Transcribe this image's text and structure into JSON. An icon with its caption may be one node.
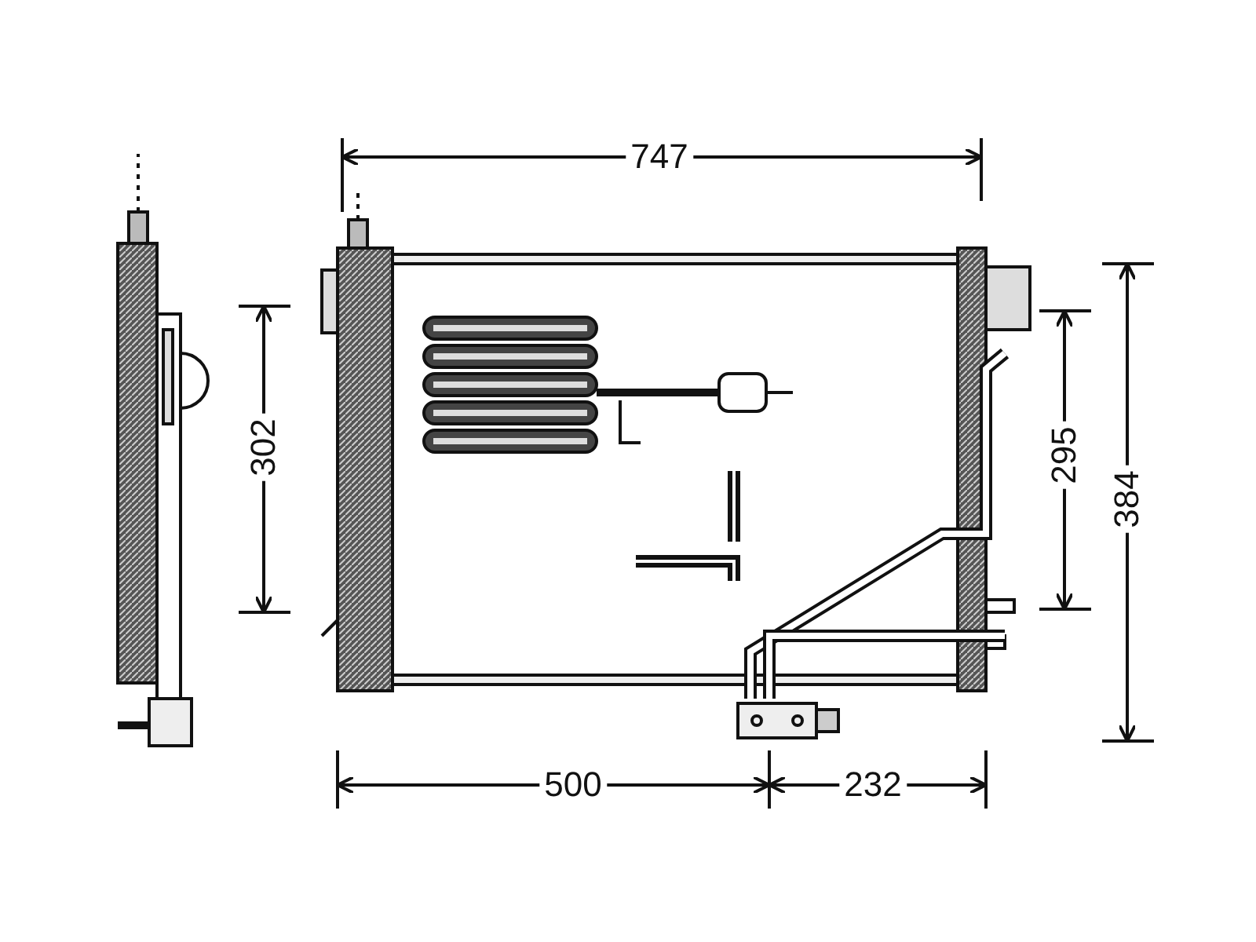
{
  "diagram": {
    "labels": [
      "747",
      "302",
      "295",
      "384",
      "500",
      "232"
    ]
  }
}
